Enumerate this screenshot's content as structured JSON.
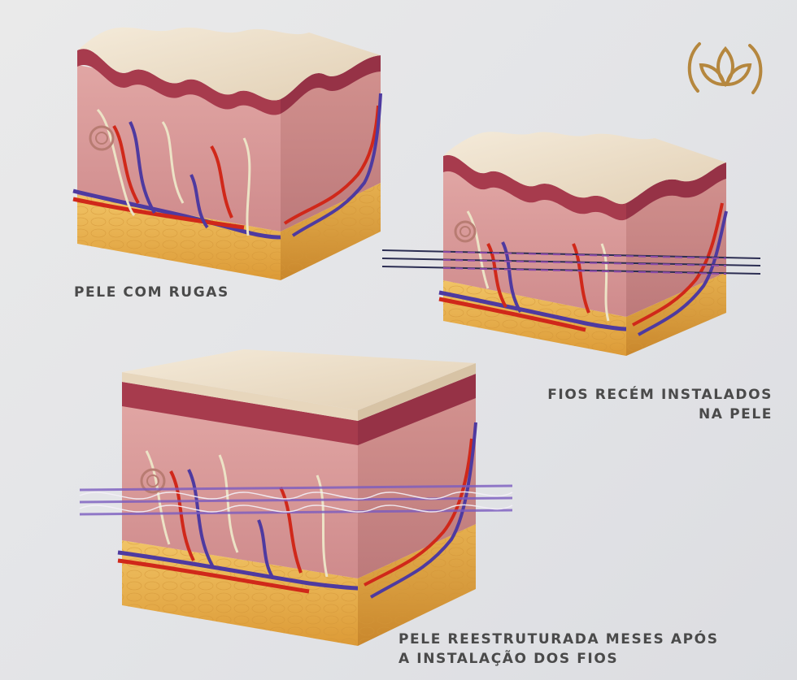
{
  "captions": {
    "wrinkled": "PELE COM RUGAS",
    "new_threads": [
      "FIOS RECÉM INSTALADOS",
      "NA PELE"
    ],
    "restructured": [
      "PELE REESTRUTURADA MESES APÓS",
      "A INSTALAÇÃO DOS FIOS"
    ]
  },
  "colors": {
    "fat": "#e9b04a",
    "dermis": "#dba0a0",
    "epidermis_band": "#a73b4d",
    "surface": "#efe3d0",
    "artery": "#d0281a",
    "vein": "#4e3aa0",
    "nerve": "#ece3c6",
    "logo": "#b5873e"
  }
}
